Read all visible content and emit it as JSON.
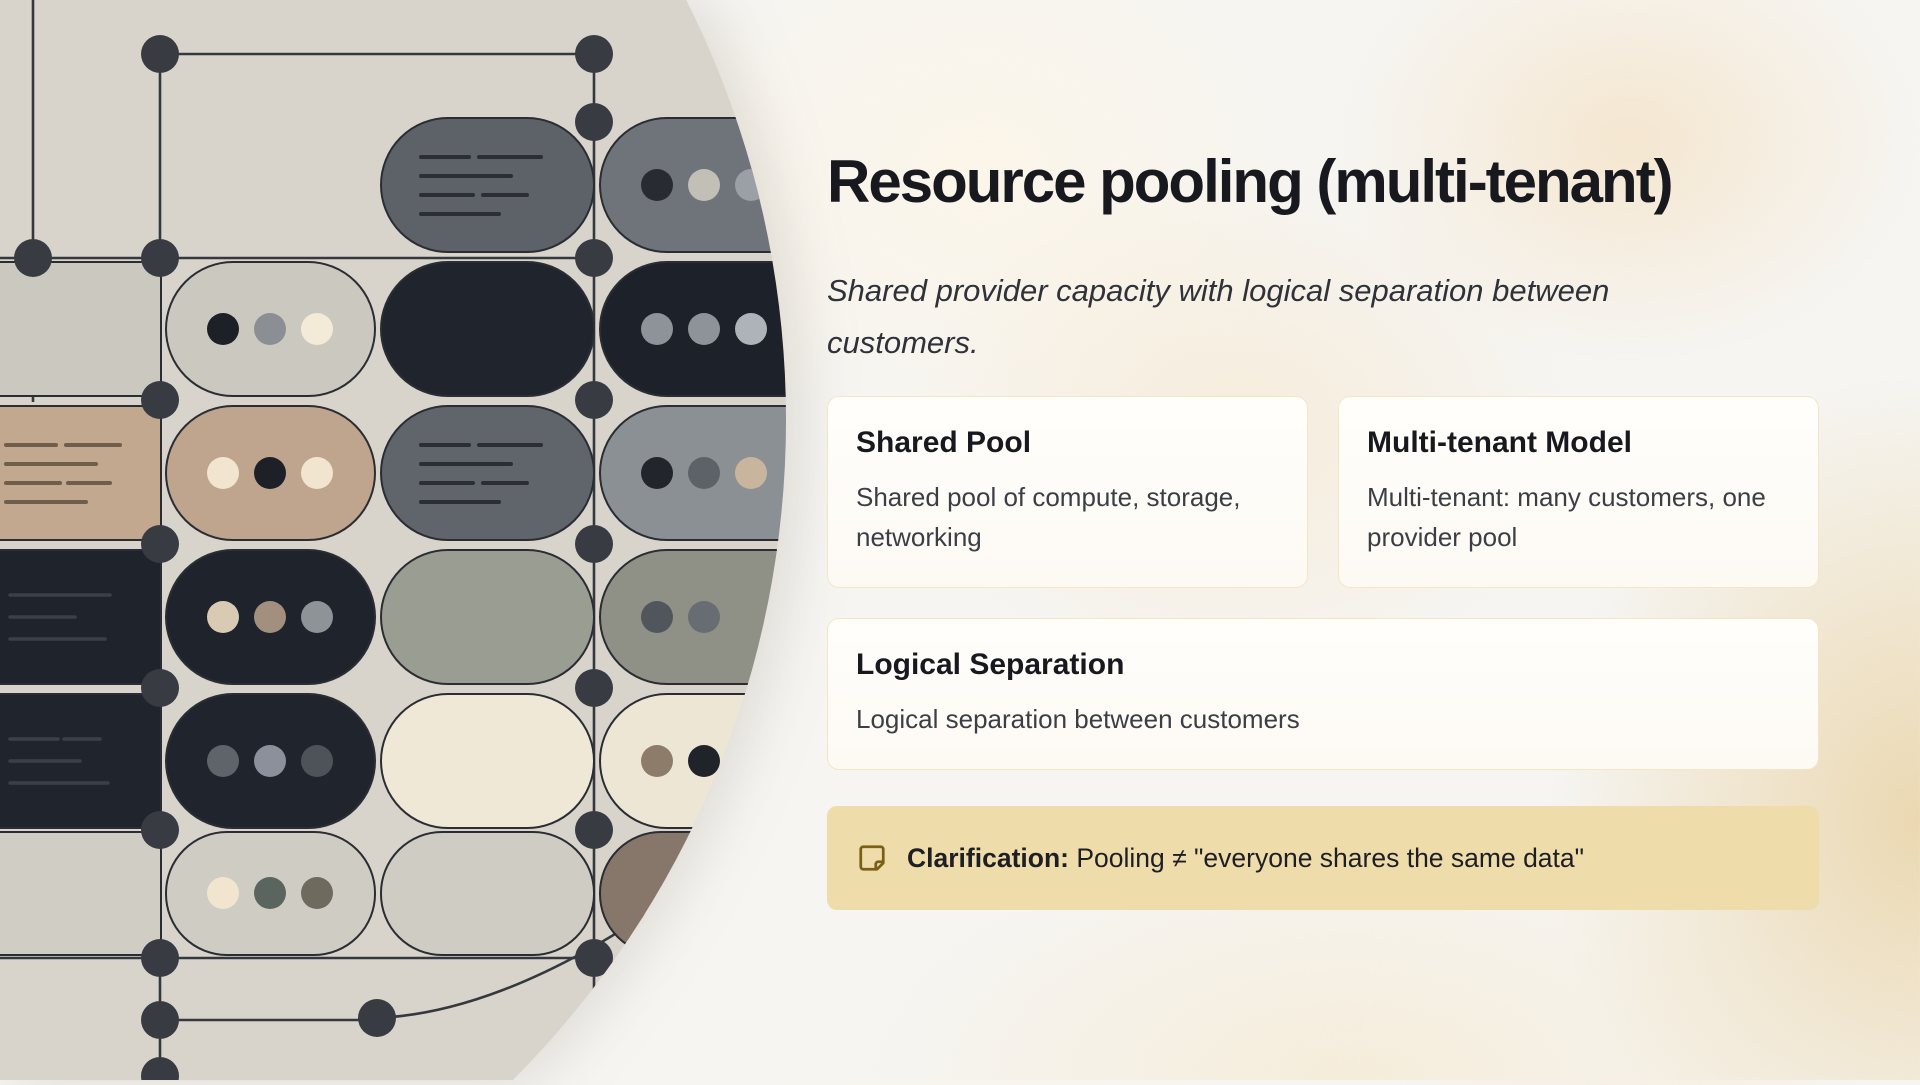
{
  "slide": {
    "title": "Resource pooling (multi-tenant)",
    "subtitle": "Shared provider capacity with logical separation between customers."
  },
  "cards": [
    {
      "title": "Shared Pool",
      "body": "Shared pool of compute, storage, networking"
    },
    {
      "title": "Multi-tenant Model",
      "body": "Multi-tenant: many customers, one provider pool"
    },
    {
      "title": "Logical Separation",
      "body": "Logical separation between customers"
    }
  ],
  "callout": {
    "icon": "sticky-note-icon",
    "label": "Clarification:",
    "text": "Pooling ≠ \"everyone shares the same data\""
  },
  "colors": {
    "heading": "#17191e",
    "body_text": "#3b3f45",
    "card_bg": "#fefdfa",
    "card_border": "#f5e5c6",
    "callout_bg": "#eedcab",
    "callout_icon": "#7a5f17",
    "illustration_bg": "#d8d4cb",
    "illustration_line": "#35393f",
    "pill_slate": "#5c6268",
    "pill_navy": "#20242c",
    "pill_tan": "#c2a88f",
    "pill_lightgray": "#cbc8bf",
    "pill_green": "#9a9d92",
    "pill_cream": "#eee6d5",
    "pill_brown": "#87766a"
  }
}
